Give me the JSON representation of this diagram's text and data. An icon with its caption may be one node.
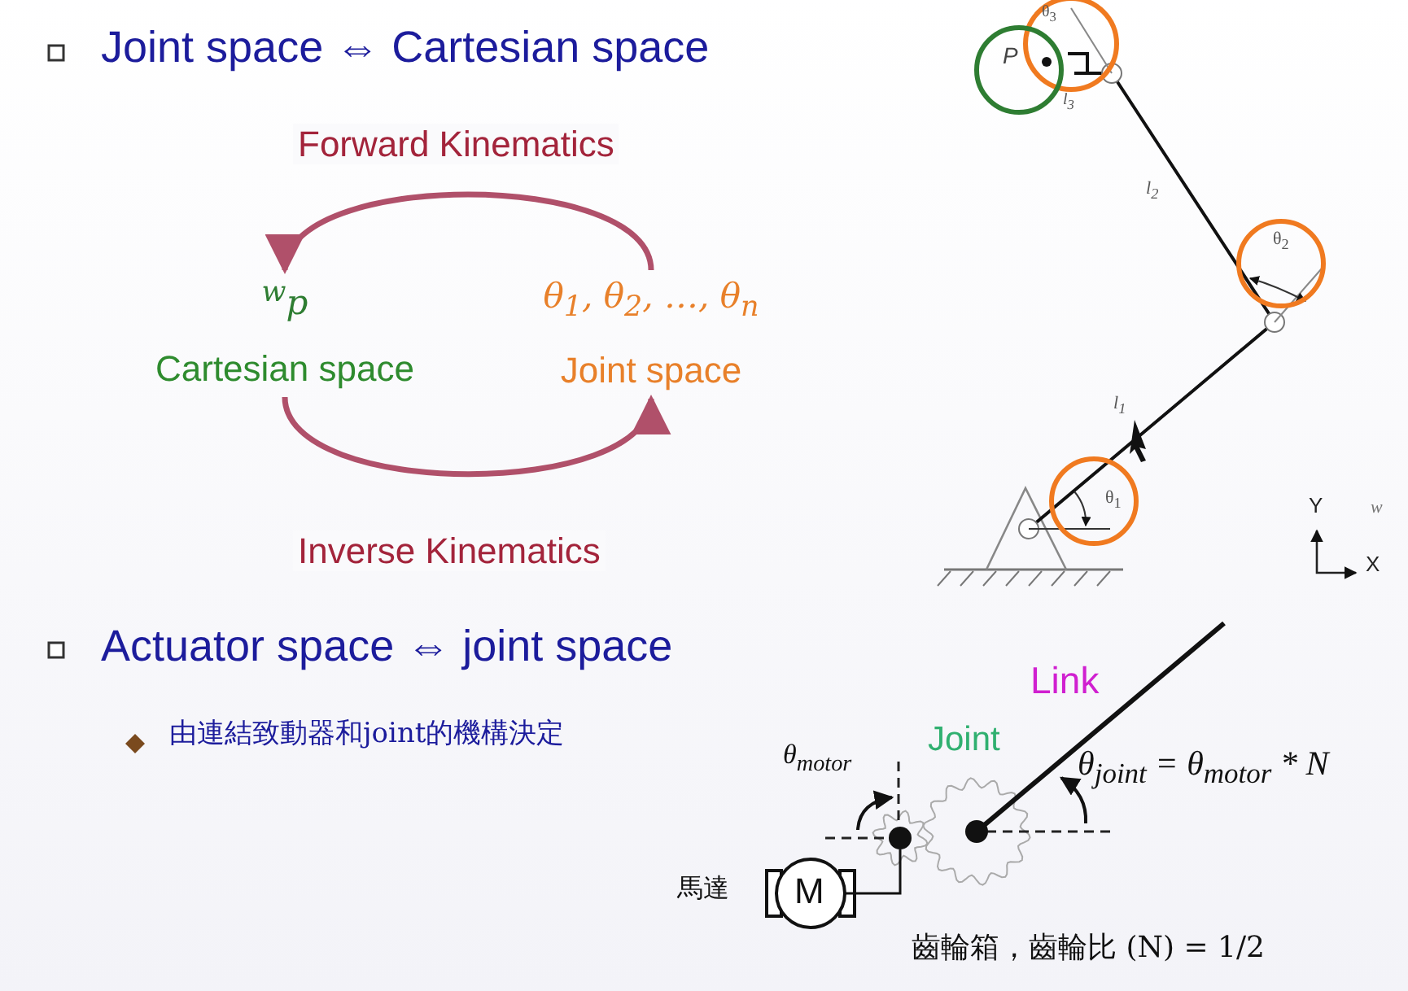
{
  "diagram": {
    "nodes": [
      {
        "text": [
          "$^{w}$p",
          "Cartesian space"
        ]
      },
      {
        "text": [
          "θ$_{1}$, θ$_{2}$, …, θ$_{n}$",
          "Joint space"
        ]
      }
    ],
    "edges": [
      {
        "from": 1,
        "to": 0,
        "arrow": "to",
        "label": "Forward Kinematics"
      },
      {
        "from": 0,
        "to": 1,
        "arrow": "to",
        "label": "Inverse Kinematics"
      }
    ],
    "labels": [
      "Joint space ⇔ Cartesian space",
      "θ$_{3}$",
      "P",
      "l$_{3}$",
      "l$_{2}$",
      "θ$_{2}$",
      "l$_{1}$",
      "θ$_{1}$",
      "Y",
      "w",
      "X",
      "Actuator space ⇔ joint space",
      "由連結致動器和joint的機構決定",
      "Link",
      "θ$_{motor}$",
      "Joint",
      "θ$_{joint}$ = θ$_{motor}$ * N",
      "馬達",
      "M",
      "齒輪箱，齒輪比 (N) = 1/2"
    ]
  }
}
